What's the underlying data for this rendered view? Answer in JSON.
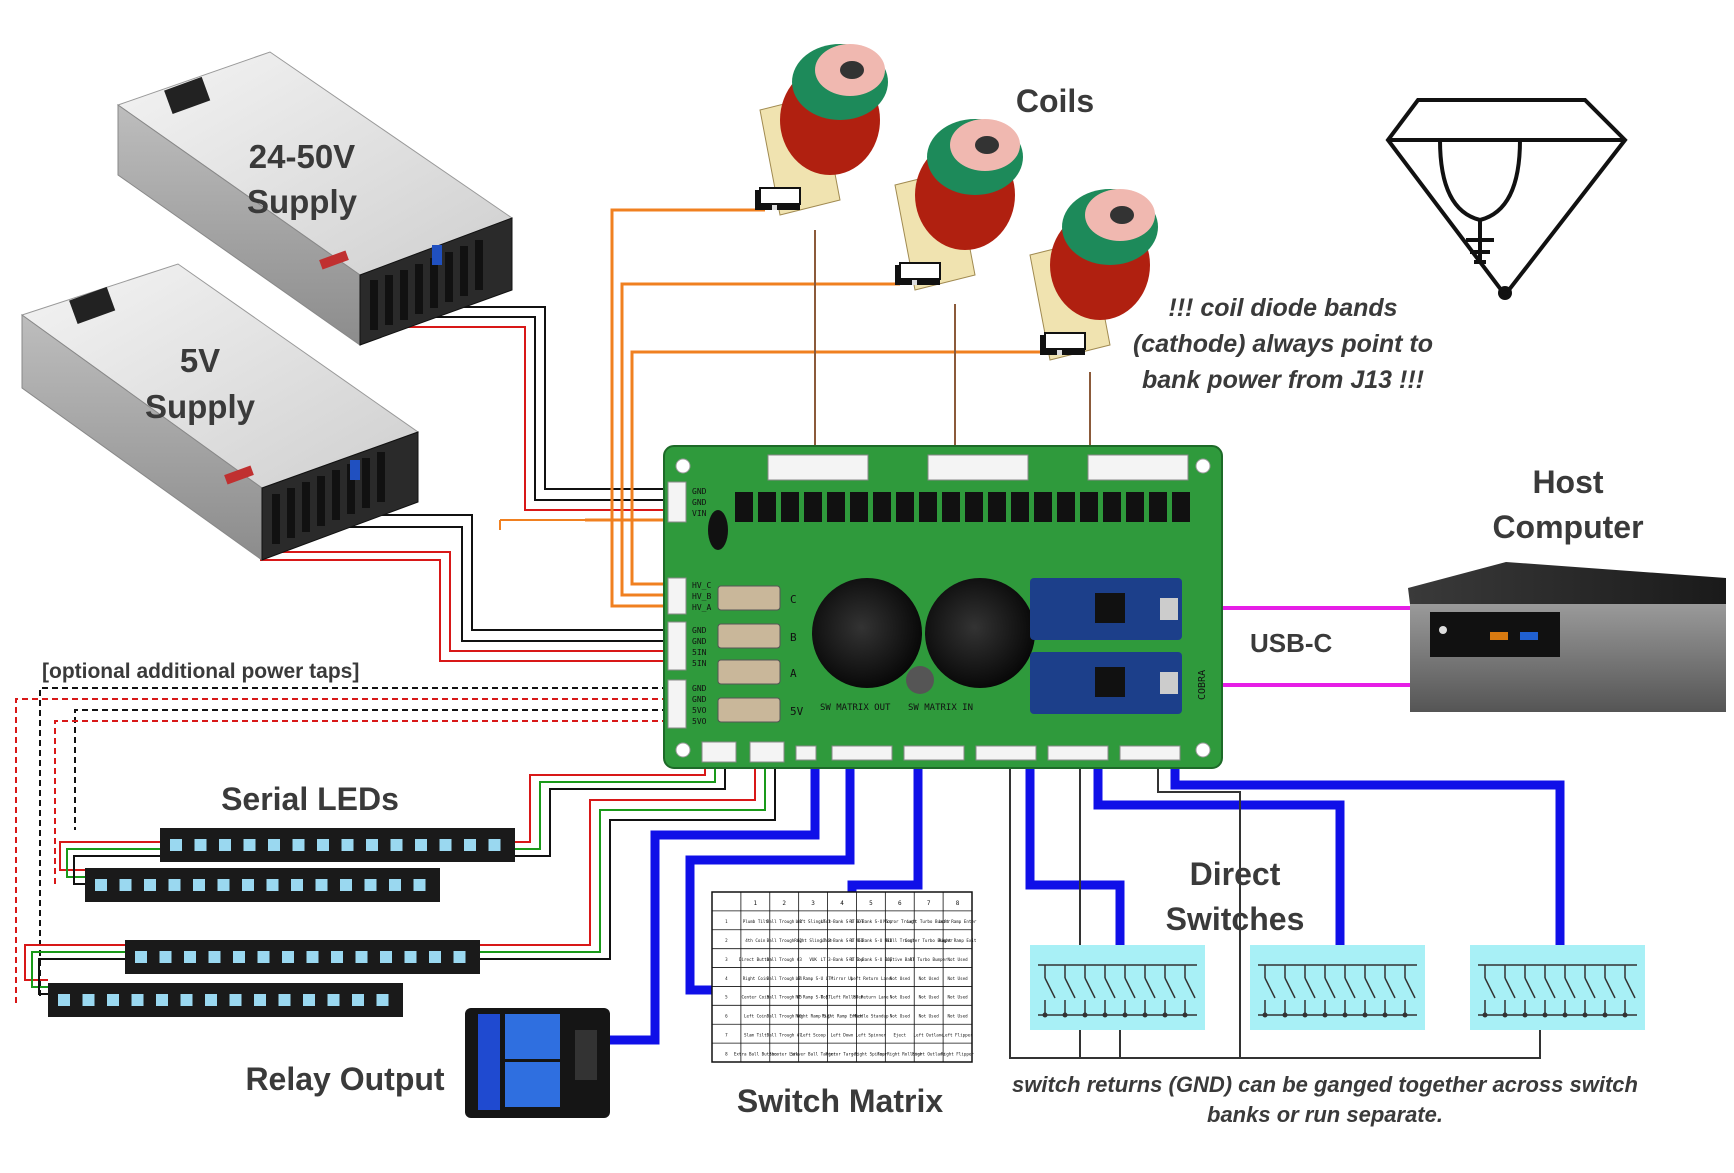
{
  "labels": {
    "coils": "Coils",
    "supply_high_line1": "24-50V",
    "supply_high_line2": "Supply",
    "supply_low_line1": "5V",
    "supply_low_line2": "Supply",
    "host_line1": "Host",
    "host_line2": "Computer",
    "usb": "USB-C",
    "optional_taps": "[optional additional power taps]",
    "serial_leds": "Serial LEDs",
    "direct_line1": "Direct",
    "direct_line2": "Switches",
    "relay": "Relay Output",
    "matrix": "Switch Matrix"
  },
  "notes": {
    "diode_line1": "!!! coil diode bands",
    "diode_line2": "(cathode) always point to",
    "diode_line3": "bank power from J13 !!!",
    "returns_line1": "switch returns (GND) can be ganged together across switch",
    "returns_line2": "banks or run separate."
  },
  "board": {
    "logo_text": "COBRA",
    "pin_power": [
      "GND",
      "GND",
      "VIN"
    ],
    "pin_bank": [
      "HV_C",
      "HV_B",
      "HV_A"
    ],
    "pin_gnd2": [
      "GND",
      "GND",
      "5IN",
      "5IN"
    ],
    "pin_gnd3": [
      "GND",
      "GND",
      "5VO",
      "5VO"
    ],
    "fuse_labels": [
      "C",
      "B",
      "A",
      "5V"
    ],
    "header_sw_out": "SW MATRIX OUT",
    "header_sw_in": "SW MATRIX IN"
  },
  "matrix_table": {
    "header": [
      "",
      "1",
      "2",
      "3",
      "4",
      "5",
      "6",
      "7",
      "8"
    ],
    "rows": [
      [
        "1",
        "Plumb Tilt",
        "Ball Trough #1",
        "Left Slingshot",
        "LT 3-Bank S-U BOT",
        "RT 3-Bank S-U Top",
        "Mirror Trough",
        "Left Turbo Bumper",
        "Left Ramp Enter"
      ],
      [
        "2",
        "4th Coin",
        "Ball Trough #2",
        "Right Slingshot",
        "LT 3-Bank S-U MID",
        "RT 3-Bank S-U MID",
        "Skill Trough",
        "Center Turbo Bumper",
        "Right Ramp Exit"
      ],
      [
        "3",
        "Direct Button",
        "Ball Trough #3",
        "VUK",
        "LT 3-Bank S-U Top",
        "RT 3-Bank S-U BOT",
        "Captive Ball",
        "RT Turbo Bumper",
        "Not Used"
      ],
      [
        "4",
        "Right Coin",
        "Ball Trough #4",
        "LT Ramp S-U LT",
        "Mirror Up",
        "Left Return Lane",
        "Not Used",
        "Not Used",
        "Not Used"
      ],
      [
        "5",
        "Center Coin",
        "Ball Trough #5",
        "RT Ramp S-U RT",
        "Top Left Rollover",
        "RT Return Lane",
        "Not Used",
        "Not Used",
        "Not Used"
      ],
      [
        "6",
        "Left Coin",
        "Ball Trough #6",
        "Right Ramp S-U",
        "Right Ramp Enter",
        "Middle Standup",
        "Not Used",
        "Not Used",
        "Not Used"
      ],
      [
        "7",
        "Slam Tilt",
        "Ball Trough #7",
        "Left Scoop",
        "Left Down",
        "Left Spinner",
        "Eject",
        "Left Outlane",
        "Left Flipper"
      ],
      [
        "8",
        "Extra Ball Button",
        "Shooter Lane",
        "Silver Ball Target",
        "Mirror Target",
        "Right Spinner",
        "Top Right Rollover",
        "Right Outlane",
        "Right Flipper"
      ]
    ]
  },
  "colors": {
    "board_green": "#2f9a3c",
    "wire_orange": "#f08020",
    "wire_blue": "#1010e8",
    "wire_magenta": "#e61ee6",
    "wire_red": "#d81818",
    "wire_green": "#1a9a1a",
    "switch_fill": "#a8f0f6",
    "coil_green": "#1d8a5a",
    "coil_copper": "#b02010",
    "led_strip": "#1a1a1a",
    "led_pixel": "#9ad8f0"
  }
}
